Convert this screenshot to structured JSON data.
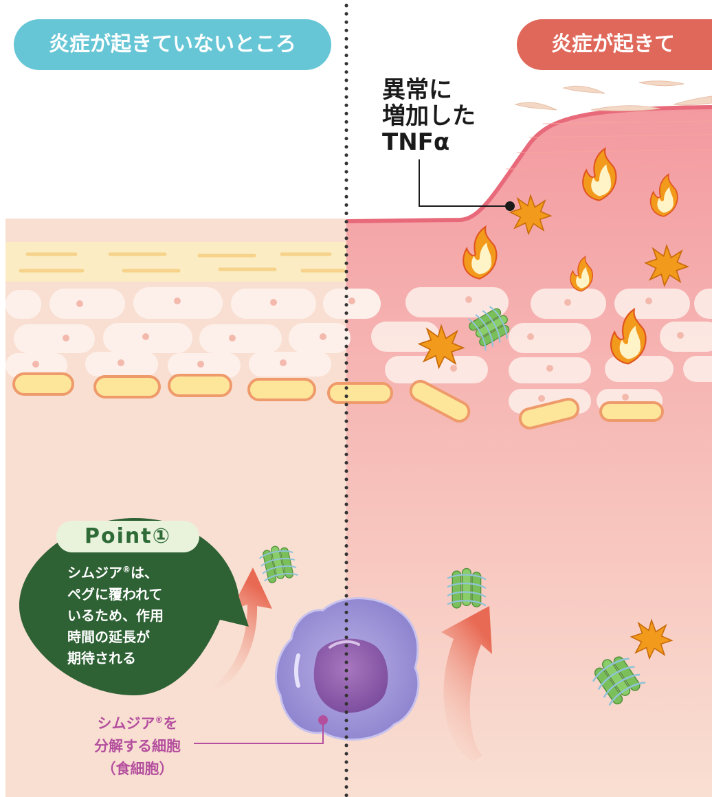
{
  "labels": {
    "left_header": "炎症が起きていないところ",
    "right_header": "炎症が起きて",
    "tnf_label": "異常に\n増加した\nTNFα",
    "point_title": "Point①",
    "point_line1": "シムジア",
    "point_line1_mark": "®",
    "point_line1_rest": "は、",
    "point_line2": "ペグに覆われて",
    "point_line3": "いるため、作用",
    "point_line4": "時間の延長が",
    "point_line5": "期待される",
    "cell_line1": "シムジア",
    "cell_line1_mark": "®",
    "cell_line1_rest": "を",
    "cell_line2": "分解する細胞",
    "cell_line3": "（食細胞）"
  },
  "colors": {
    "left_header_bg": "#67c6d6",
    "right_header_bg": "#e0685a",
    "skin": "#f9dfd2",
    "inflamed_skin": "#f4b6b6",
    "point_bubble": "#2e6134",
    "cell_label": "#b44f9e",
    "tnf_star": "#f29a1b",
    "drug_green": "#7bbf5a",
    "macrophage": "#9c8fd0"
  },
  "icons": [
    "tnf-star-icon",
    "flame-icon",
    "antibody-drug-icon",
    "macrophage-icon",
    "curved-arrow-icon"
  ]
}
